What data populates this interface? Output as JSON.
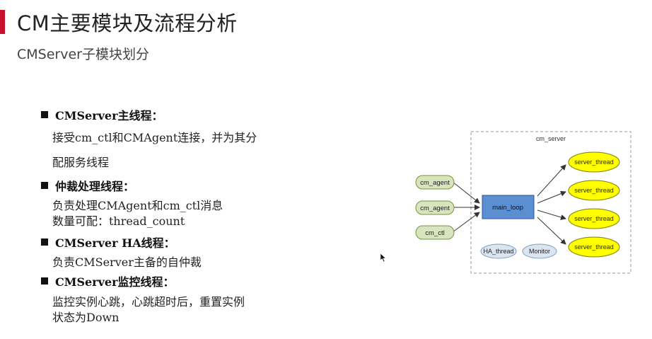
{
  "header": {
    "title": "CM主要模块及流程分析",
    "subtitle": "CMServer子模块划分"
  },
  "sections": [
    {
      "heading": "CMServer主线程：",
      "lines": [
        "接受cm_ctl和CMAgent连接，并为其分",
        "配服务线程"
      ]
    },
    {
      "heading": "仲裁处理线程：",
      "lines": [
        "负责处理CMAgent和cm_ctl消息",
        "数量可配：thread_count"
      ]
    },
    {
      "heading": "CMServer HA线程：",
      "lines": [
        "负责CMServer主备的自仲裁"
      ]
    },
    {
      "heading": "CMServer监控线程：",
      "lines": [
        "监控实例心跳，心跳超时后，重置实例",
        "状态为Down"
      ]
    }
  ],
  "diagram": {
    "container_label": "cm_server",
    "inputs": [
      "cm_agent",
      "cm_agent",
      "cm_ctl"
    ],
    "main": "main_loop",
    "outputs": [
      "server_thread",
      "server_thread",
      "server_thread",
      "server_thread"
    ],
    "aux": [
      "HA_thread",
      "Monitor"
    ],
    "colors": {
      "input_fill": "#d7e4bd",
      "input_stroke": "#77933c",
      "main_fill": "#5b8fd2",
      "main_stroke": "#2f5597",
      "output_fill": "#ffff00",
      "output_stroke": "#7f7f00",
      "aux_fill": "#dbe5f1",
      "aux_stroke": "#7f9fbf",
      "accent": "#c8102e"
    }
  }
}
